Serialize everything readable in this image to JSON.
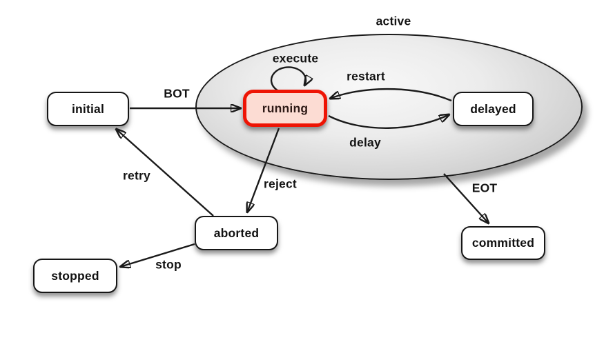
{
  "diagram": {
    "type": "state-machine",
    "region": {
      "label": "active"
    },
    "states": [
      {
        "id": "initial",
        "label": "initial",
        "highlighted": false
      },
      {
        "id": "running",
        "label": "running",
        "highlighted": true
      },
      {
        "id": "delayed",
        "label": "delayed",
        "highlighted": false
      },
      {
        "id": "aborted",
        "label": "aborted",
        "highlighted": false
      },
      {
        "id": "stopped",
        "label": "stopped",
        "highlighted": false
      },
      {
        "id": "committed",
        "label": "committed",
        "highlighted": false
      }
    ],
    "transitions": [
      {
        "label": "BOT",
        "from": "initial",
        "to": "running"
      },
      {
        "label": "execute",
        "from": "running",
        "to": "running"
      },
      {
        "label": "restart",
        "from": "delayed",
        "to": "running"
      },
      {
        "label": "delay",
        "from": "running",
        "to": "delayed"
      },
      {
        "label": "reject",
        "from": "running",
        "to": "aborted"
      },
      {
        "label": "retry",
        "from": "aborted",
        "to": "initial"
      },
      {
        "label": "stop",
        "from": "aborted",
        "to": "stopped"
      },
      {
        "label": "EOT",
        "from": "active",
        "to": "committed"
      }
    ],
    "colors": {
      "state_fill": "#ffffff",
      "state_border": "#161616",
      "highlight_fill": "#fcdcd3",
      "highlight_border": "#ee1404",
      "highlight_text": "#2f1b17",
      "region_fill_light": "#f8f8f8",
      "region_fill_dark": "#bfbfbf",
      "arrow": "#1a1a1a",
      "text": "#131313"
    }
  }
}
